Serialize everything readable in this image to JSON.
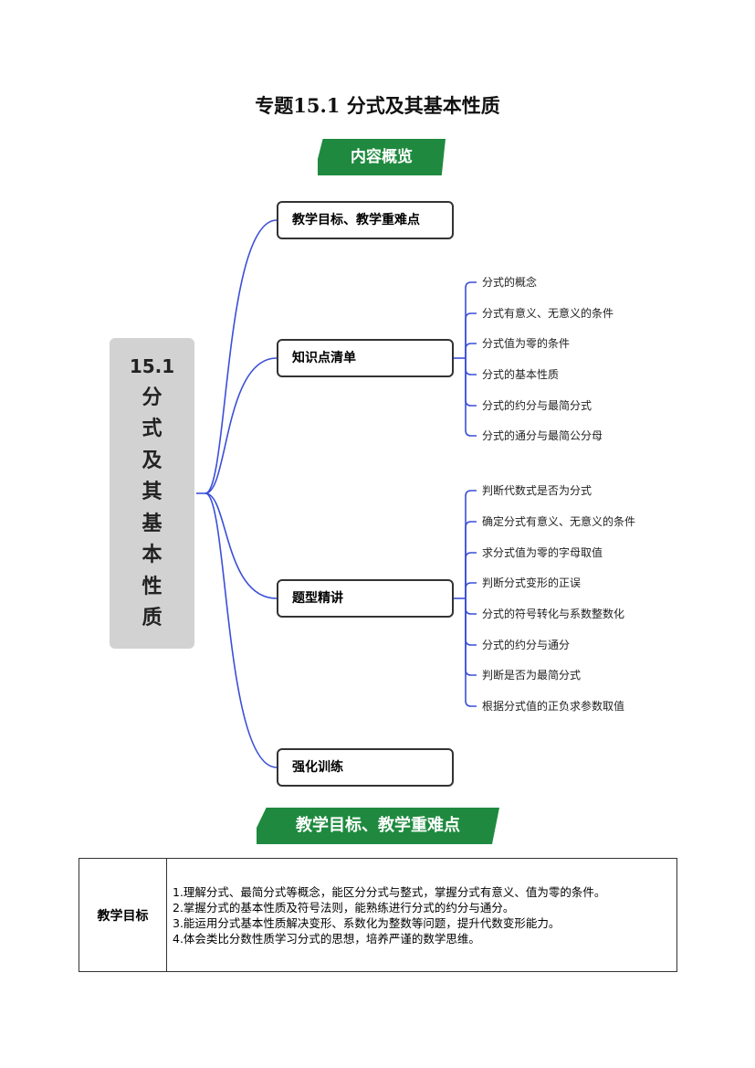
{
  "title": "专题15.1  分式及其基本性质",
  "banner_overview": "内容概览",
  "center_label": "15.1 分 式 及 其 基 本 性 质",
  "center_chars": [
    "15.1",
    "分",
    "式",
    "及",
    "其",
    "基",
    "本",
    "性",
    "质"
  ],
  "nodes": [
    "教学目标、教学重难点",
    "知识点清单",
    "题型精讲",
    "强化训练"
  ],
  "knowledge_items": [
    "分式的概念",
    "分式有意义、无意义的条件",
    "分式值为零的条件",
    "分式的基本性质",
    "分式的约分与最简分式",
    "分式的通分与最简公分母"
  ],
  "question_types": [
    "判断代数式是否为分式",
    "确定分式有意义、无意义的条件",
    "求分式值为零的字母取值",
    "判断分式变形的正误",
    "分式的符号转化与系数整数化",
    "分式的约分与通分",
    "判断是否为最简分式",
    "根据分式值的正负求参数取值"
  ],
  "banner_goals": "教学目标、教学重难点",
  "table": {
    "header": "教学目标",
    "goals": [
      "1.理解分式、最简分式等概念，能区分分式与整式，掌握分式有意义、值为零的条件。",
      "2.掌握分式的基本性质及符号法则，能熟练进行分式的约分与通分。",
      "3.能运用分式基本性质解决变形、系数化为整数等问题，提升代数变形能力。",
      "4.体会类比分数性质学习分式的思想，培养严谨的数学思维。"
    ]
  },
  "colors": {
    "green": "#1f8a3f",
    "line": "#3b4fd8"
  }
}
